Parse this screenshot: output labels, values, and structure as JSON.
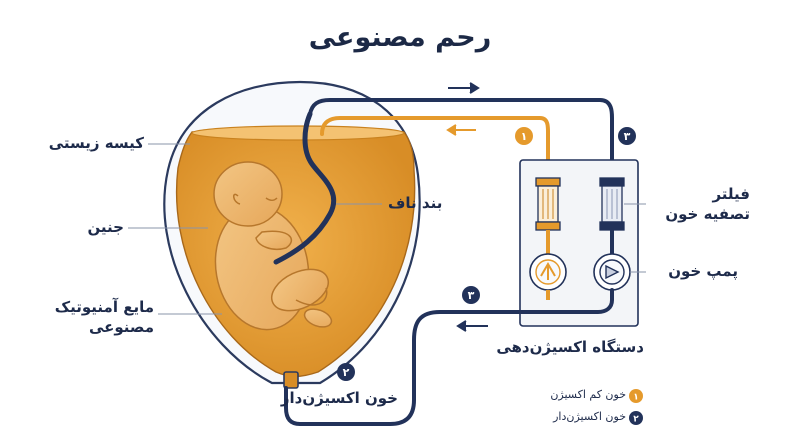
{
  "title": "رحم مصنوعی",
  "labels": {
    "bio_bag": "کیسه زیستی",
    "fetus": "جنین",
    "fluid_line1": "مایع آمنیوتیک",
    "fluid_line2": "مصنوعی",
    "umbilical_cord": "بند ناف",
    "filter_line1": "فیلتر",
    "filter_line2": "تصفیه خون",
    "blood_pump": "پمپ خون",
    "oxygenator": "دستگاه اکسیژن‌دهی",
    "oxygenated_blood": "خون اکسیژن‌دار"
  },
  "badges": {
    "one": "۱",
    "two": "۲",
    "three": "۳"
  },
  "legend": [
    {
      "badge": "۱",
      "text": "خون کم اکسیژن"
    },
    {
      "badge": "۲",
      "text": "خون اکسیژن‌دار"
    }
  ],
  "colors": {
    "navy": "#22325a",
    "orange": "#e59a2c",
    "fluid": "#e8a03a",
    "fluid_dark": "#c9821f",
    "device_bg": "#f3f5f8"
  }
}
